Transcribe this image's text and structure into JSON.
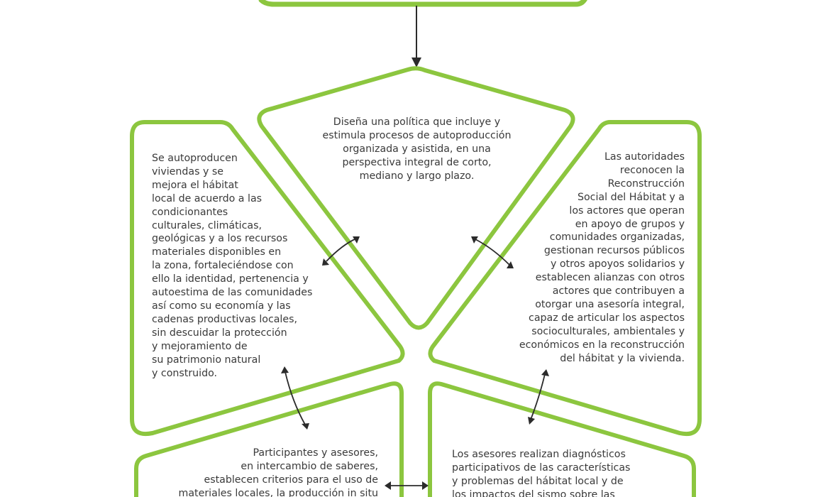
{
  "colors": {
    "border_green": "#8cc63f",
    "arrow": "#2b2b2b",
    "text": "#3a3a3a",
    "background": "#ffffff"
  },
  "boxes": {
    "top": {
      "text": "Diseña una política que incluye y\nestimula procesos de autoproducción\norganizada y asistida, en una\nperspectiva integral de corto,\nmediano y largo plazo."
    },
    "left": {
      "text": "Se autoproducen\nviviendas y se\nmejora el hábitat\nlocal de acuerdo a las\ncondicionantes\nculturales, climáticas,\ngeológicas y a los recursos\nmateriales disponibles en\nla zona, fortaleciéndose con\nello la identidad, pertenencia y\nautoestima de las comunidades\nasí como su economía y las\ncadenas productivas locales,\nsin descuidar la protección\ny mejoramiento de\nsu patrimonio natural\ny construido."
    },
    "right": {
      "text": "Las autoridades\nreconocen la\nReconstrucción\nSocial del Hábitat y a\nlos actores que operan\nen apoyo de grupos y\ncomunidades organizadas,\ngestionan recursos públicos\ny otros apoyos solidarios y\nestablecen alianzas con otros\nactores que contribuyen a\notorgar una asesoría integral,\ncapaz de articular los aspectos\nsocioculturales, ambientales y\neconómicos en la reconstrucción\ndel hábitat y la vivienda."
    },
    "bottom_left": {
      "text": "Participantes y asesores,\nen intercambio de saberes,\nestablecen criterios para el uso de\nmateriales locales, la producción in situ"
    },
    "bottom_right": {
      "text": "Los asesores realizan diagnósticos\nparticipativos de las características\ny problemas del hábitat local y de\nlos impactos del sismo sobre las"
    }
  }
}
